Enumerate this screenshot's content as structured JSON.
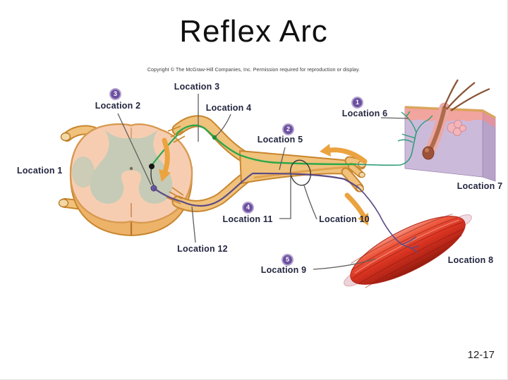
{
  "slide": {
    "title": "Reflex Arc",
    "copyright": "Copyright © The McGraw-Hill Companies, Inc. Permission required for reproduction or display.",
    "page_number": "12-17"
  },
  "labels": [
    {
      "text": "Location 1"
    },
    {
      "text": "Location 2"
    },
    {
      "text": "Location 3"
    },
    {
      "text": "Location 4"
    },
    {
      "text": "Location 5"
    },
    {
      "text": "Location 6"
    },
    {
      "text": "Location 7"
    },
    {
      "text": "Location 8"
    },
    {
      "text": "Location 9"
    },
    {
      "text": "Location 10"
    },
    {
      "text": "Location 11"
    },
    {
      "text": "Location 12"
    }
  ],
  "badges": [
    {
      "number": "1",
      "marks": "Location 6"
    },
    {
      "number": "2",
      "marks": "Location 5"
    },
    {
      "number": "3",
      "marks": "Location 2"
    },
    {
      "number": "4",
      "marks": "Location 11"
    },
    {
      "number": "5",
      "marks": "Location 9"
    }
  ],
  "colors": {
    "badge_purple": "#6b4fa0",
    "label_text": "#23263f",
    "sensory_fiber_green": "#2ba84a",
    "motor_fiber_purple": "#5b4a85",
    "arrow_orange": "#eba33f",
    "nerve_tan": "#f0c27c",
    "muscle_red": "#d93321",
    "skin_dermis": "#ccbadb",
    "skin_epidermis": "#f2a49e"
  }
}
